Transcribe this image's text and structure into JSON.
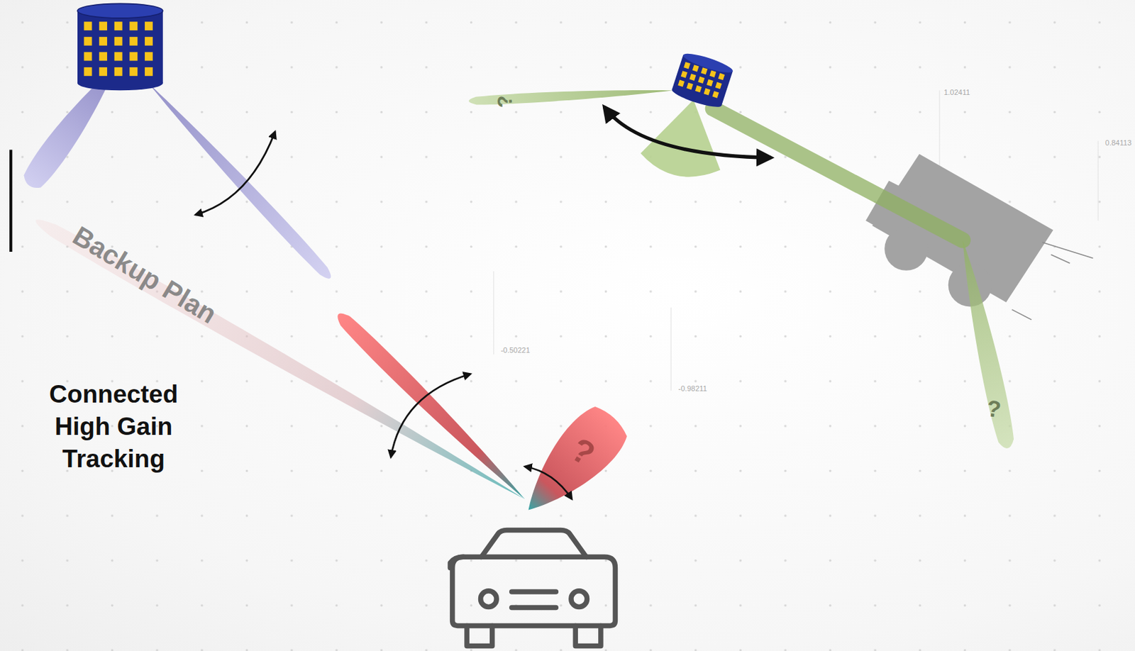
{
  "diagram": {
    "labels": [
      "Backup Plan",
      "Connected High Gain Tracking",
      "?",
      "?",
      "?",
      "1.02411",
      "0.84113",
      "-0.50221",
      "-0.98211"
    ]
  }
}
